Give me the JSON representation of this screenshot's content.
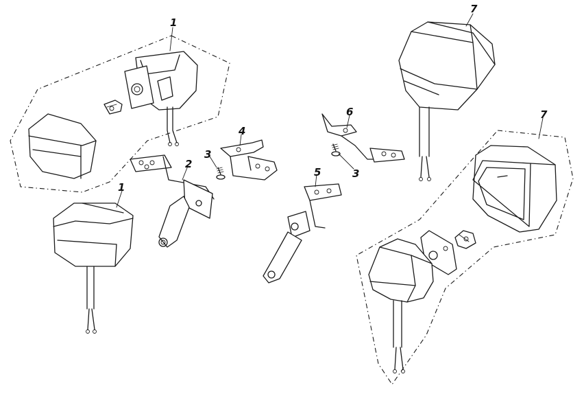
{
  "callouts": [
    {
      "id": "c1a",
      "label": "1"
    },
    {
      "id": "c1b",
      "label": "1"
    },
    {
      "id": "c2",
      "label": "2"
    },
    {
      "id": "c3a",
      "label": "3"
    },
    {
      "id": "c4",
      "label": "4"
    },
    {
      "id": "c5",
      "label": "5"
    },
    {
      "id": "c6",
      "label": "6"
    },
    {
      "id": "c3b",
      "label": "3"
    },
    {
      "id": "c7a",
      "label": "7"
    },
    {
      "id": "c7b",
      "label": "7"
    }
  ],
  "colors": {
    "line": "#1a1a1a",
    "background": "#ffffff"
  }
}
